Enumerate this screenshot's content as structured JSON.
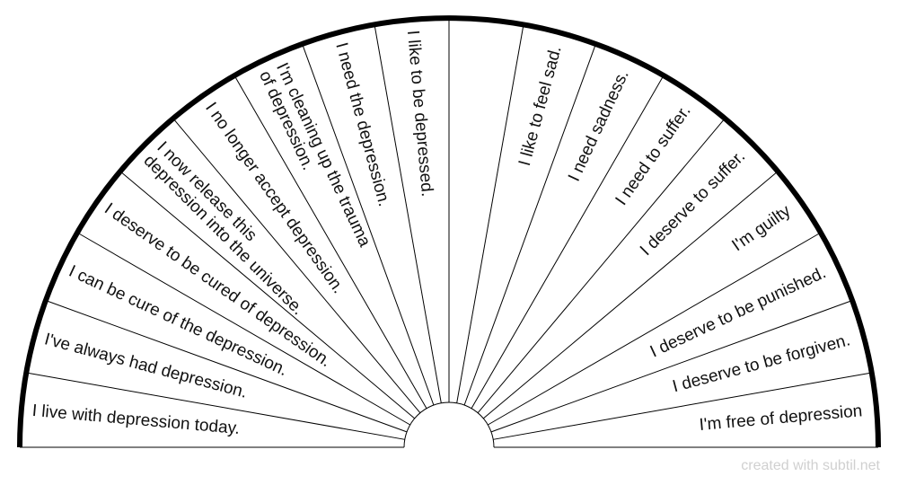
{
  "chart_data": {
    "type": "pendulum-chart",
    "sectors": [
      {
        "lines": [
          "I live with depression today."
        ]
      },
      {
        "lines": [
          "I've always had depression."
        ]
      },
      {
        "lines": [
          "I can be cure of the depression."
        ]
      },
      {
        "lines": [
          "I deserve to be cured of depression."
        ]
      },
      {
        "lines": [
          "I now release this",
          "depression into the universe."
        ]
      },
      {
        "lines": [
          "I no longer accept depression."
        ]
      },
      {
        "lines": [
          "I'm cleaning up the trauma",
          "of depression."
        ]
      },
      {
        "lines": [
          "I need the depression."
        ]
      },
      {
        "lines": [
          "I like to be depressed."
        ]
      },
      {
        "lines": []
      },
      {
        "lines": [
          "I like to feel sad."
        ]
      },
      {
        "lines": [
          "I need sadness."
        ]
      },
      {
        "lines": [
          "I need to suffer."
        ]
      },
      {
        "lines": [
          "I deserve to suffer."
        ]
      },
      {
        "lines": [
          "I'm guilty"
        ]
      },
      {
        "lines": [
          "I deserve to be punished."
        ]
      },
      {
        "lines": [
          "I deserve to be forgiven."
        ]
      },
      {
        "lines": [
          "I'm free of depression"
        ]
      }
    ]
  },
  "watermark": "created with subtil.net"
}
